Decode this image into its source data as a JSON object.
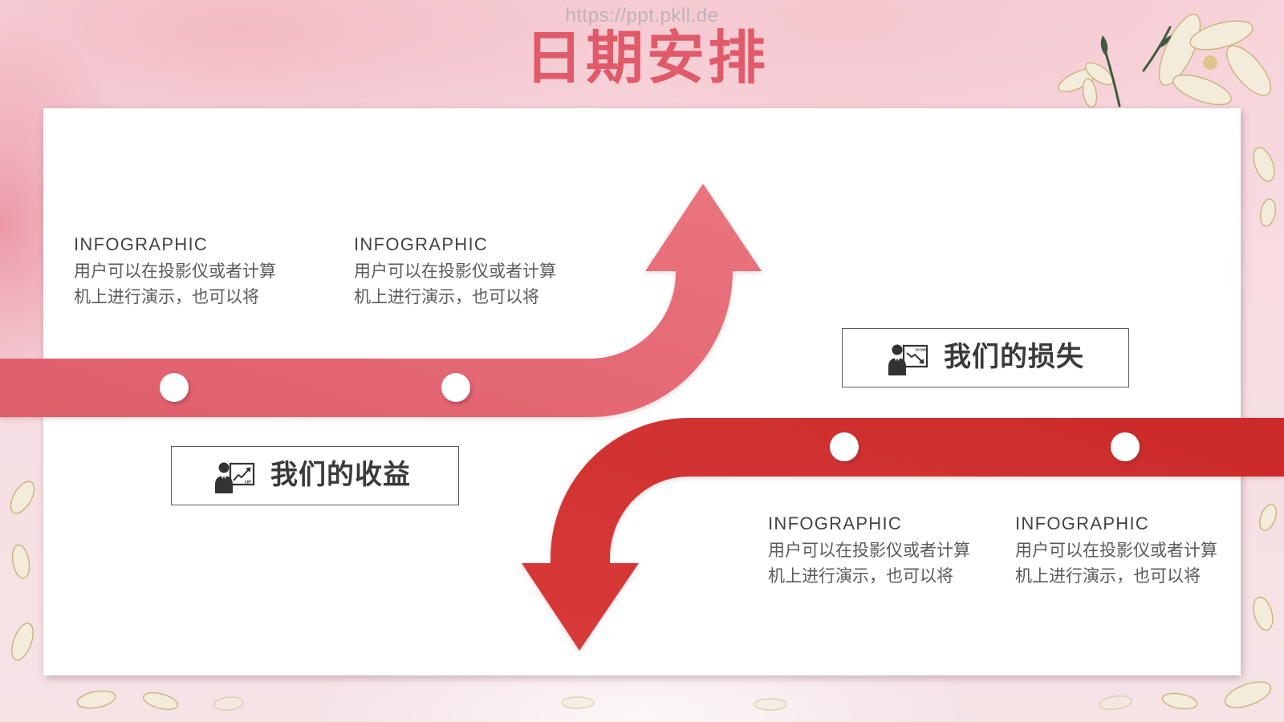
{
  "watermark": "https://ppt.pkll.de",
  "title": "日期安排",
  "infographics": [
    {
      "heading": "INFOGRAPHIC",
      "line1": "用户可以在投影仪或者计算",
      "line2": "机上进行演示，也可以将"
    },
    {
      "heading": "INFOGRAPHIC",
      "line1": "用户可以在投影仪或者计算",
      "line2": "机上进行演示，也可以将"
    },
    {
      "heading": "INFOGRAPHIC",
      "line1": "用户可以在投影仪或者计算",
      "line2": "机上进行演示，也可以将"
    },
    {
      "heading": "INFOGRAPHIC",
      "line1": "用户可以在投影仪或者计算",
      "line2": "机上进行演示，也可以将"
    }
  ],
  "labels": {
    "gain": {
      "text": "我们的收益",
      "icon": "presenter-chart-up-icon",
      "icon_text": "UP"
    },
    "loss": {
      "text": "我们的损失",
      "icon": "presenter-chart-down-icon",
      "icon_text": "DOWN"
    }
  },
  "colors": {
    "title": "#e05a69",
    "upper_arrow_dark": "#df5e6b",
    "upper_arrow_light": "#ea757f",
    "lower_arrow_dark": "#cb2a2a",
    "lower_arrow_light": "#d83b39",
    "heading": "#444444",
    "text": "#5a5a5a",
    "box_border": "#5a5a5a"
  }
}
